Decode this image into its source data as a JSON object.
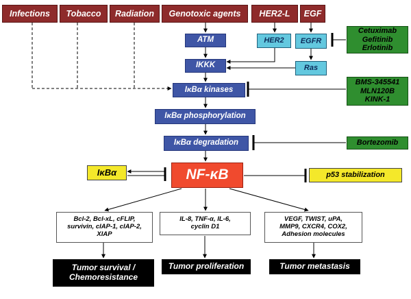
{
  "stimuli": {
    "infections": "Infections",
    "tobacco": "Tobacco",
    "radiation": "Radiation",
    "genotoxic": "Genotoxic agents",
    "her2l": "HER2-L",
    "egf": "EGF"
  },
  "pathway": {
    "atm": "ATM",
    "ikkk": "IKKK",
    "her2": "HER2",
    "egfr": "EGFR",
    "ras": "Ras",
    "ikba_kinases": "IκBα kinases",
    "ikba_phosphorylation": "IκBα phosphorylation",
    "ikba_degradation": "IκBα degradation",
    "nfkb": "NF-κB"
  },
  "inhibitors": {
    "egfr_drugs": [
      "Cetuximab",
      "Gefitinib",
      "Erlotinib"
    ],
    "kinase_drugs": [
      "BMS-345541",
      "MLN120B",
      "KINK-1"
    ],
    "proteasome_drug": "Bortezomib"
  },
  "feedback": {
    "ikba": "IκBα",
    "p53": "p53 stabilization"
  },
  "targets": {
    "survival_genes": [
      "Bcl-2, Bcl-xL, cFLIP,",
      "survivin, cIAP-1, cIAP-2,",
      "XIAP"
    ],
    "proliferation_genes": [
      "IL-8, TNF-α, IL-6,",
      "cyclin D1"
    ],
    "metastasis_genes": [
      "VEGF, TWIST, uPA,",
      "MMP9, CXCR4, COX2,",
      "Adhesion molecules"
    ]
  },
  "outcomes": {
    "survival": [
      "Tumor survival /",
      "Chemoresistance"
    ],
    "proliferation": "Tumor proliferation",
    "metastasis": "Tumor metastasis"
  }
}
